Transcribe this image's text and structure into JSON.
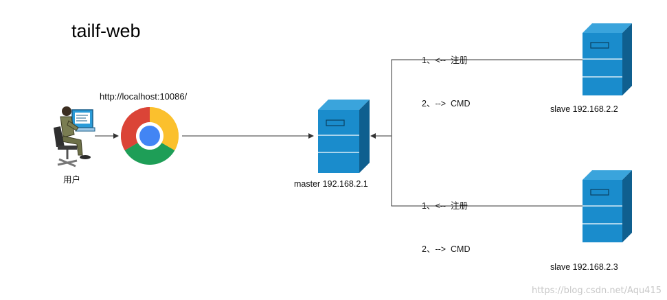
{
  "title": "tailf-web",
  "browser": {
    "url": "http://localhost:10086/",
    "icon": "chrome-icon"
  },
  "user": {
    "label": "用户",
    "icon": "user-at-computer-icon"
  },
  "master": {
    "label": "master 192.168.2.1",
    "icon": "server-icon"
  },
  "slaves": [
    {
      "label": "slave 192.168.2.2",
      "steps": [
        "1、<--  注册",
        "2、-->  CMD"
      ]
    },
    {
      "label": "slave 192.168.2.3",
      "steps": [
        "1、<--  注册",
        "2、-->  CMD"
      ]
    }
  ],
  "watermark": "https://blog.csdn.net/Aqu415",
  "colors": {
    "server_front": "#1a8ccc",
    "server_side": "#0f5f8f",
    "line": "#333333"
  }
}
